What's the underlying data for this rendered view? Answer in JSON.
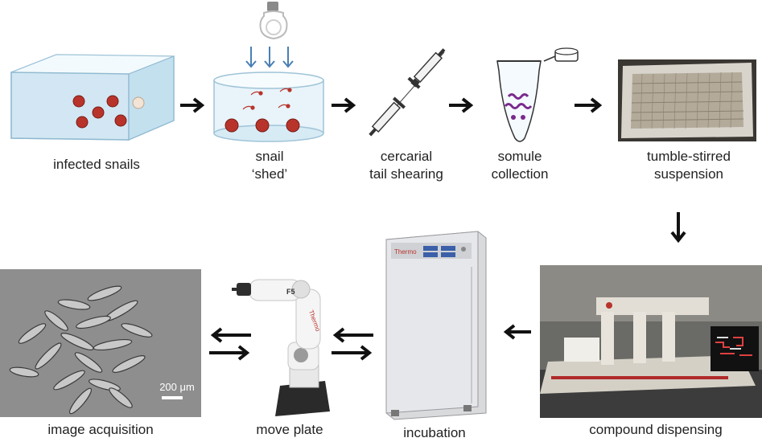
{
  "steps": {
    "infected_snails": {
      "label": "infected snails"
    },
    "snail_shed": {
      "label_line1": "snail",
      "label_line2": "‘shed’"
    },
    "tail_shearing": {
      "label_line1": "cercarial",
      "label_line2": "tail shearing"
    },
    "somule_collection": {
      "label_line1": "somule",
      "label_line2": "collection"
    },
    "tumble_stirred": {
      "label_line1": "tumble-stirred",
      "label_line2": "suspension"
    },
    "compound_dispensing": {
      "label": "compound dispensing"
    },
    "incubation": {
      "label": "incubation",
      "brand_text": "Thermo"
    },
    "move_plate": {
      "label": "move plate",
      "robot_mark": "F5",
      "brand_text": "Thermo"
    },
    "image_acquisition": {
      "label": "image acquisition",
      "scale_bar": "200 μm"
    }
  },
  "colors": {
    "snail": "#b8342b",
    "somule": "#7a2a8c",
    "tank": "#cfe6f2",
    "arrow": "#111111",
    "light_arrow": "#4a7fb5"
  }
}
